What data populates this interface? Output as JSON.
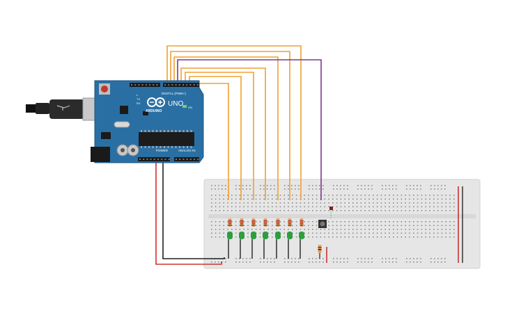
{
  "arduino": {
    "logo_text": "ARDUINO",
    "model": "UNO",
    "digital_label": "DIGITAL (PWM~)",
    "power_label": "POWER",
    "analog_label": "ANALOG IN",
    "tx_label": "TX",
    "rx_label": "RX",
    "l_label": "L",
    "on_label": "ON"
  },
  "colors": {
    "board": "#2a6fa3",
    "wire_signal": "#f0a030",
    "wire_button": "#7a3a8c",
    "wire_5v": "#d03030",
    "wire_gnd": "#202020",
    "led": "#2e9e3e",
    "breadboard": "#e6e6e6"
  },
  "components": {
    "led_count": 7,
    "resistor_count": 8,
    "pushbutton_count": 1
  }
}
